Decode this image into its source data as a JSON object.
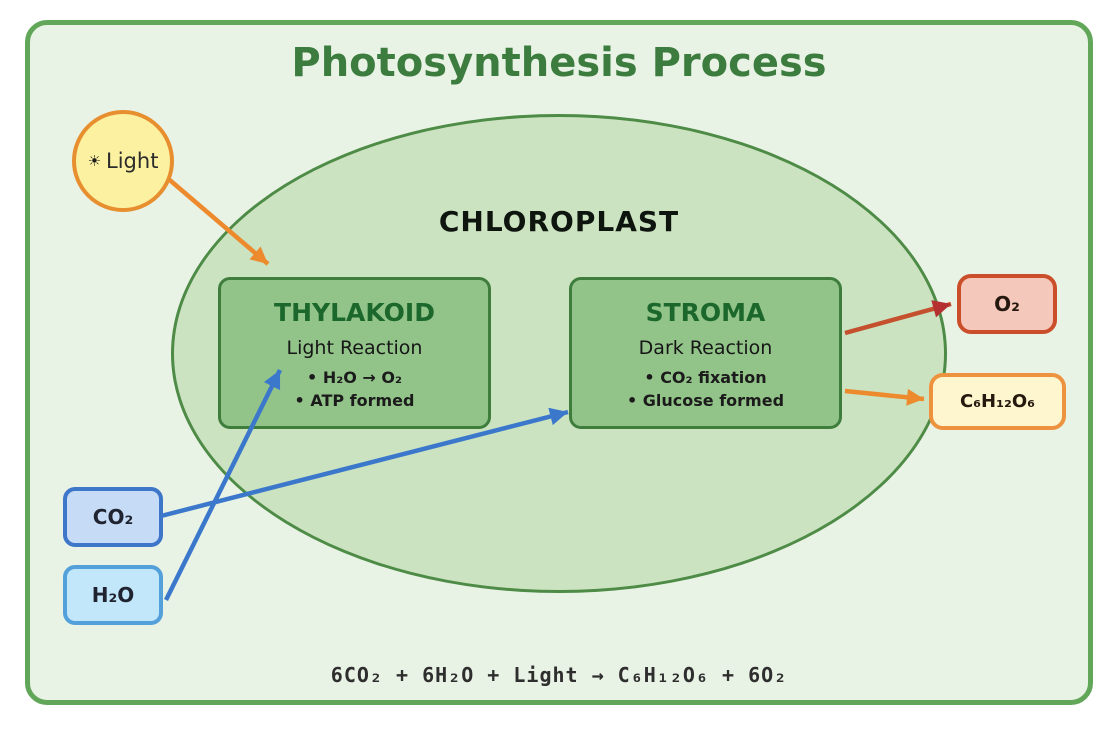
{
  "title": "Photosynthesis Process",
  "nodes": {
    "light": {
      "icon_glyph": "☀",
      "label": "Light"
    },
    "chloroplast": {
      "label": "CHLOROPLAST"
    },
    "thylakoid": {
      "title": "THYLAKOID",
      "subtitle": "Light Reaction",
      "bullets": [
        "• H₂O → O₂",
        "• ATP formed"
      ]
    },
    "stroma": {
      "title": "STROMA",
      "subtitle": "Dark Reaction",
      "bullets": [
        "• CO₂ fixation",
        "• Glucose formed"
      ]
    },
    "co2": {
      "label": "CO₂"
    },
    "h2o": {
      "label": "H₂O"
    },
    "o2": {
      "label": "O₂"
    },
    "glucose": {
      "label": "C₆H₁₂O₆"
    }
  },
  "equation": "6CO₂ + 6H₂O + Light → C₆H₁₂O₆ + 6O₂",
  "colors": {
    "frame_border_green": "#61A659",
    "frame_fill_green": "#E9F3E5",
    "ellipse_fill_green": "#CBE3C0",
    "ellipse_border_green": "#4D8B46",
    "process_box_green": "#92C489",
    "title_green": "#3C7C3F",
    "process_title_green": "#1C672B",
    "arrow_blue": "#3B78CC",
    "arrow_orange": "#EC8A2D",
    "arrow_red_line": "#C4502E",
    "arrow_red_head": "#B53031",
    "light_fill_yellow": "#FBF1A1",
    "light_border_orange": "#E78F2F",
    "co2_fill_blue": "#C6DCF6",
    "h2o_fill_blue": "#C2E6FA",
    "o2_fill_salmon": "#F5C8BC",
    "glucose_fill_yellow": "#FDF6CE"
  }
}
